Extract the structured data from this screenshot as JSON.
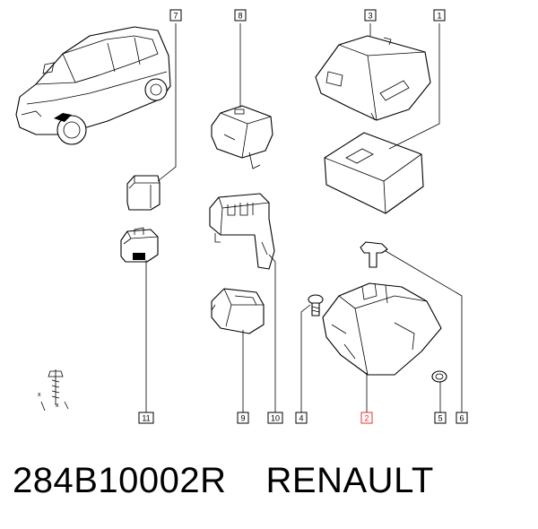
{
  "callouts": [
    {
      "id": "c7",
      "label": "7"
    },
    {
      "id": "c8",
      "label": "8"
    },
    {
      "id": "c3",
      "label": "3"
    },
    {
      "id": "c1",
      "label": "1"
    },
    {
      "id": "c11",
      "label": "11"
    },
    {
      "id": "c9",
      "label": "9"
    },
    {
      "id": "c10",
      "label": "10"
    },
    {
      "id": "c4",
      "label": "4"
    },
    {
      "id": "c2",
      "label": "2"
    },
    {
      "id": "c5",
      "label": "5"
    },
    {
      "id": "c6",
      "label": "6"
    }
  ],
  "highlight_color": "#e8312a",
  "caption": {
    "part_number": "284B10002R",
    "brand": "RENAULT"
  }
}
